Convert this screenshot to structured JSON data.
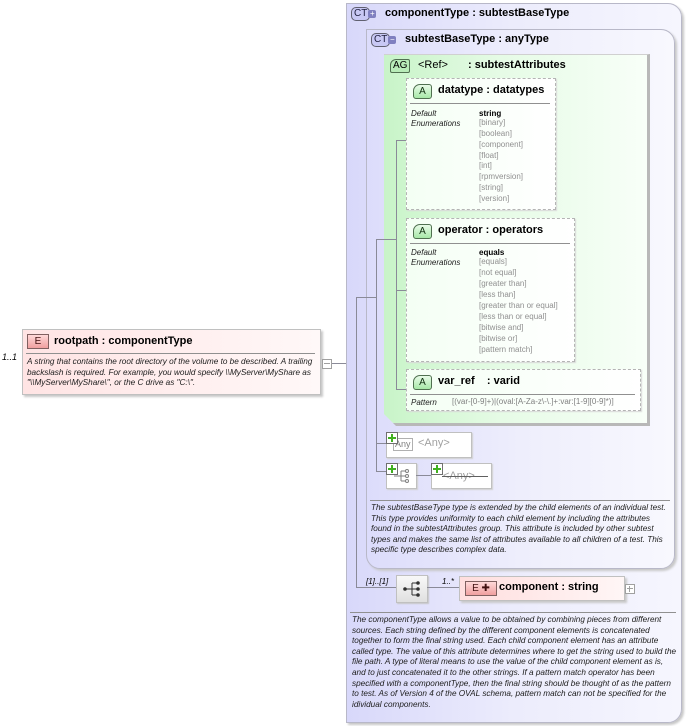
{
  "root_element": {
    "badge": "E",
    "name": "rootpath",
    "type": "componentType",
    "title": "rootpath : componentType",
    "cardinality": "1..1",
    "description": "A string that contains the root directory of the volume to be described.  A trailing backslash is required.  For example, you would specify \\\\MyServer\\MyShare as \"\\\\MyServer\\MyShare\\\", or the C drive as \"C:\\\"."
  },
  "complex_type_outer": {
    "badge": "CT",
    "title": "componentType : subtestBaseType",
    "description": "The componentType allows a value to be obtained by combining pieces from different sources.  Each string defined by the different component elements is concatenated together to form the final string used.  Each child component element has an attribute called type.  The value of this attribute determines where to get the string used to build the file path.  A type of literal means to use the value of the child component element as is, and to just concatenated it to the other strings.  If a pattern match operator has been specified with a componentType, then the final string should be thought of as the pattern to test.  As of Version 4 of the OVAL schema, pattern match can not be specified for the idividual components."
  },
  "complex_type_inner": {
    "badge": "CT",
    "title": "subtestBaseType : anyType",
    "description": "The subtestBaseType type is extended by the child elements of an individual test.  This type provides uniformity to each child element by including the attributes found in the subtestAttributes group.  This attribute is included by other subtest types and makes the same list of attributes available to all children of a test.  This specific type describes complex data."
  },
  "attribute_group": {
    "badge": "AG",
    "ref": "<Ref>",
    "name": ": subtestAttributes"
  },
  "attributes": [
    {
      "badge": "A",
      "title": "datatype : datatypes",
      "default_label": "Default",
      "enumerations_label": "Enumerations",
      "default_value": "string",
      "enumerations": [
        "[binary]",
        "[boolean]",
        "[component]",
        "[float]",
        "[int]",
        "[rpmversion]",
        "[string]",
        "[version]"
      ]
    },
    {
      "badge": "A",
      "title": "operator : operators",
      "default_label": "Default",
      "enumerations_label": "Enumerations",
      "default_value": "equals",
      "enumerations": [
        "[equals]",
        "[not equal]",
        "[greater than]",
        "[less than]",
        "[greater than or equal]",
        "[less than or equal]",
        "[bitwise and]",
        "[bitwise or]",
        "[pattern match]"
      ]
    },
    {
      "badge": "A",
      "title": "var_ref    : varid",
      "pattern_label": "Pattern",
      "pattern": "[(var-[0-9]+)|(oval:[A-Za-z\\-\\.]+:var:[1-9][0-9]*)]"
    }
  ],
  "any_attribute": {
    "badge": "Any",
    "label": "<Any>"
  },
  "any_element": {
    "label": "<Any>"
  },
  "sequence": {
    "cardinality": "[1]..[1]"
  },
  "component_element": {
    "badge": "E",
    "title": "component : string",
    "cardinality": "1..*"
  },
  "colors": {
    "complex_type_bg": "#e0e0fa",
    "attribute_group_bg": "#d8f8d8",
    "element_bg": "#ffe6e6",
    "connector": "#8a8a98"
  }
}
